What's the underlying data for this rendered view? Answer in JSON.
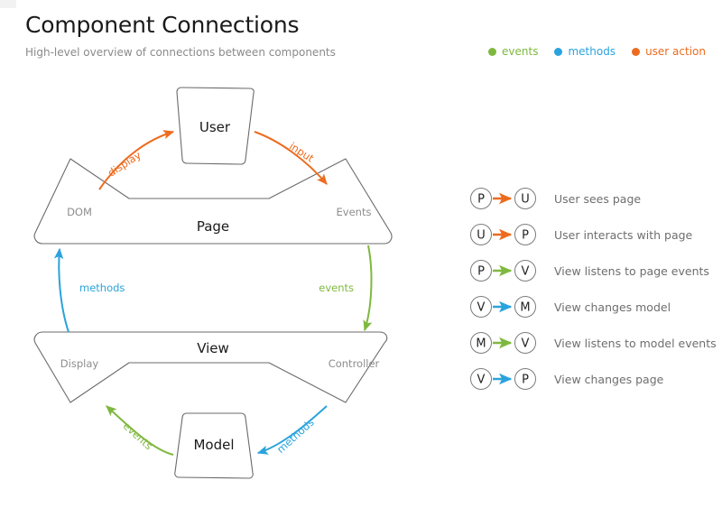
{
  "header": {
    "title": "Component Connections",
    "subtitle": "High-level overview of connections between components"
  },
  "colors": {
    "events": "#7fb83f",
    "methods": "#2aa3dc",
    "user_action": "#ec6b1e",
    "shape_stroke": "#6b6b6b",
    "sub_label": "#8d8d8d",
    "main_label": "#1a1a1a",
    "key_text": "#6e6e6e"
  },
  "legend_top": {
    "items": [
      {
        "label": "events",
        "color": "#7fb83f",
        "icon": "dot-icon"
      },
      {
        "label": "methods",
        "color": "#2aa3dc",
        "icon": "dot-icon"
      },
      {
        "label": "user action",
        "color": "#ec6b1e",
        "icon": "dot-icon"
      }
    ]
  },
  "diagram": {
    "nodes": [
      {
        "id": "user",
        "label": "User",
        "sub_left": "",
        "sub_right": ""
      },
      {
        "id": "page",
        "label": "Page",
        "sub_left": "DOM",
        "sub_right": "Events"
      },
      {
        "id": "view",
        "label": "View",
        "sub_left": "Display",
        "sub_right": "Controller"
      },
      {
        "id": "model",
        "label": "Model",
        "sub_left": "",
        "sub_right": ""
      }
    ],
    "edges": [
      {
        "id": "page-to-user",
        "label": "display",
        "color": "#ec6b1e",
        "from": "Page/DOM",
        "to": "User"
      },
      {
        "id": "user-to-page",
        "label": "input",
        "color": "#ec6b1e",
        "from": "User",
        "to": "Page/Events"
      },
      {
        "id": "view-to-page",
        "label": "methods",
        "color": "#2aa3dc",
        "from": "View/Display",
        "to": "Page/DOM"
      },
      {
        "id": "page-to-view",
        "label": "events",
        "color": "#7fb83f",
        "from": "Page/Events",
        "to": "View/Controller"
      },
      {
        "id": "model-to-view",
        "label": "events",
        "color": "#7fb83f",
        "from": "Model",
        "to": "View/Display"
      },
      {
        "id": "view-to-model",
        "label": "methods",
        "color": "#2aa3dc",
        "from": "View/Controller",
        "to": "Model"
      }
    ]
  },
  "key_list": {
    "rows": [
      {
        "from": "P",
        "to": "U",
        "color": "#ec6b1e",
        "label": "User sees page"
      },
      {
        "from": "U",
        "to": "P",
        "color": "#ec6b1e",
        "label": "User interacts with page"
      },
      {
        "from": "P",
        "to": "V",
        "color": "#7fb83f",
        "label": "View listens to page events"
      },
      {
        "from": "V",
        "to": "M",
        "color": "#2aa3dc",
        "label": "View changes model"
      },
      {
        "from": "M",
        "to": "V",
        "color": "#7fb83f",
        "label": "View listens to model events"
      },
      {
        "from": "V",
        "to": "P",
        "color": "#2aa3dc",
        "label": "View changes page"
      }
    ]
  }
}
